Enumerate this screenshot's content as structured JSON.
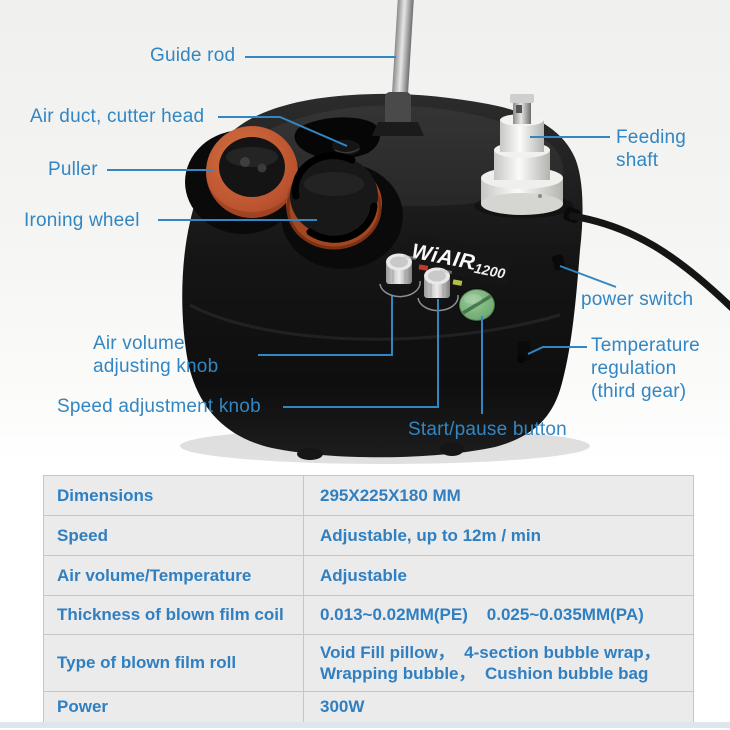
{
  "machine": {
    "brand": "WiAIR",
    "model": "-1200",
    "label_color": "#3286c3",
    "labels": {
      "guide_rod": "Guide rod",
      "air_duct": "Air duct, cutter head",
      "puller": "Puller",
      "ironing_wheel": "Ironing wheel",
      "feeding_shaft": "Feeding\nshaft",
      "power_switch": "power switch",
      "temperature": "Temperature\nregulation\n(third gear)",
      "air_volume": "Air volume\nadjusting knob",
      "speed": "Speed adjustment knob",
      "start_pause": "Start/pause button"
    }
  },
  "spec_table": {
    "rows": [
      {
        "label": "Dimensions",
        "value": "295X225X180 MM"
      },
      {
        "label": "Speed",
        "value": "Adjustable, up to 12m / min"
      },
      {
        "label": "Air volume/Temperature",
        "value": "Adjustable"
      },
      {
        "label": "Thickness of blown film coil",
        "value": "0.013~0.02MM(PE)    0.025~0.035MM(PA)"
      },
      {
        "label": "Type of blown film roll",
        "value": "Void Fill pillow，  4-section bubble wrap，\nWrapping bubble，  Cushion bubble bag"
      },
      {
        "label": "Power",
        "value": "300W"
      }
    ]
  }
}
